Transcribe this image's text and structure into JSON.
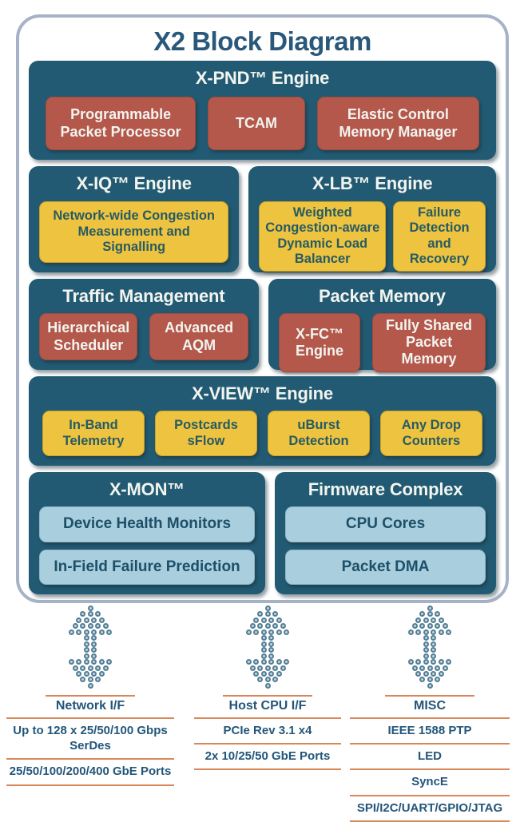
{
  "page": {
    "title": "X2 Block Diagram"
  },
  "engine_blocks": {
    "xpnd": {
      "header": "X-PND™ Engine",
      "boxes": [
        "Programmable Packet Processor",
        "TCAM",
        "Elastic Control Memory Manager"
      ]
    },
    "xiq": {
      "header": "X-IQ™ Engine",
      "boxes": [
        "Network-wide Congestion Measurement and Signalling"
      ]
    },
    "xlb": {
      "header": "X-LB™ Engine",
      "boxes": [
        "Weighted Congestion-aware Dynamic Load Balancer",
        "Failure Detection and Recovery"
      ]
    },
    "traffic": {
      "header": "Traffic Management",
      "boxes": [
        "Hierarchical Scheduler",
        "Advanced AQM"
      ]
    },
    "packet_memory": {
      "header": "Packet Memory",
      "boxes": [
        "X-FC™ Engine",
        "Fully Shared Packet Memory"
      ]
    },
    "xview": {
      "header": "X-VIEW™ Engine",
      "boxes": [
        "In-Band Telemetry",
        "Postcards sFlow",
        "uBurst Detection",
        "Any Drop Counters"
      ]
    },
    "xmon": {
      "header": "X-MON™",
      "boxes": [
        "Device Health Monitors",
        "In-Field Failure Prediction"
      ]
    },
    "firmware": {
      "header": "Firmware Complex",
      "boxes": [
        "CPU Cores",
        "Packet DMA"
      ]
    }
  },
  "interfaces": {
    "network": {
      "label": "Network I/F",
      "items": [
        "Up to 128 x 25/50/100 Gbps SerDes",
        "25/50/100/200/400 GbE Ports"
      ]
    },
    "host_cpu": {
      "label": "Host CPU I/F",
      "items": [
        "PCIe Rev 3.1 x4",
        "2x 10/25/50 GbE Ports"
      ]
    },
    "misc": {
      "label": "MISC",
      "items": [
        "IEEE 1588 PTP",
        "LED",
        "SyncE",
        "SPI/I2C/UART/GPIO/JTAG"
      ]
    }
  },
  "colors": {
    "teal": "#215a72",
    "rust": "#b4584c",
    "gold": "#eec33f",
    "light_blue": "#a9cede",
    "orange_line": "#d9885c",
    "navy_text": "#23567a",
    "card_border": "#a8b2c7"
  }
}
